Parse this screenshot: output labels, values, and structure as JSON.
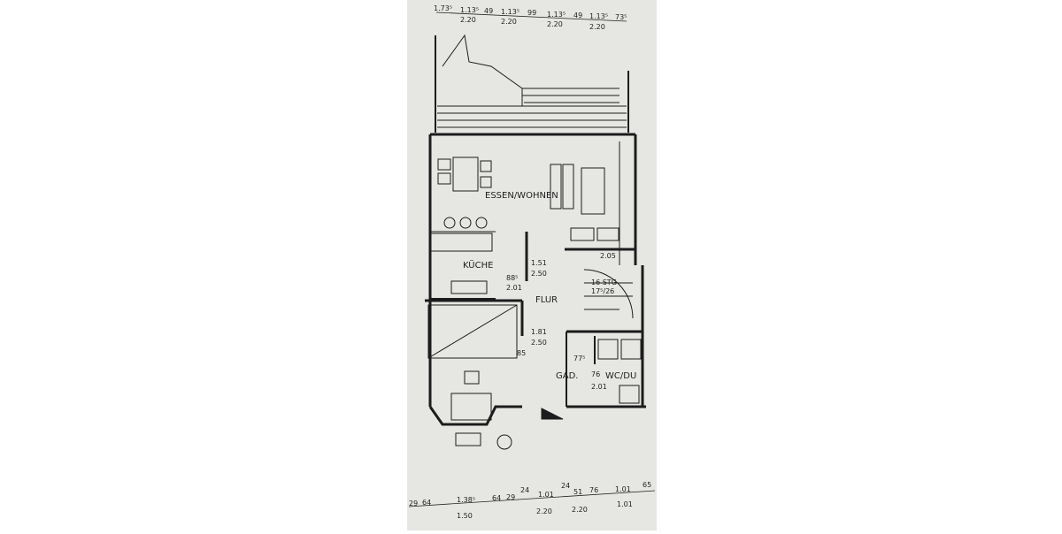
{
  "top_dimensions": {
    "upper": [
      "1.73⁵",
      "1.13⁵",
      "49",
      "1.13⁵",
      "99",
      "1.13⁵",
      "49",
      "1.13⁵",
      "73⁵"
    ],
    "lower": [
      "2.20",
      "2.20",
      "2.20",
      "2.20"
    ]
  },
  "rooms": {
    "living": "ESSEN/WOHNEN",
    "kitchen": "KÜCHE",
    "hall": "FLUR",
    "wardrobe": "GAD.",
    "bathroom": "WC/DU"
  },
  "annotations": {
    "kitchen_door_top": "1.51",
    "kitchen_door_bottom": "2.50",
    "kitchen_opening_top": "88⁵",
    "kitchen_opening_bottom": "2.01",
    "hall_door_top": "1.81",
    "hall_door_bottom": "2.50",
    "room_door": "85",
    "sofa_width": "2.05",
    "stairs_steps": "16 STG",
    "stairs_ratio": "17⁵/26",
    "wardrobe_width": "77⁵",
    "bath_door_top": "76",
    "bath_door_bottom": "2.01"
  },
  "bottom_dimensions": {
    "upper": [
      "29",
      "64",
      "1.38⁵",
      "64",
      "29",
      "24",
      "1.01",
      "24",
      "51",
      "76",
      "1.01",
      "65"
    ],
    "lower": [
      "1.50",
      "2.20",
      "2.20",
      "1.01"
    ]
  },
  "colors": {
    "paper": "#e6e6e3",
    "ink": "#1c1c1c"
  }
}
